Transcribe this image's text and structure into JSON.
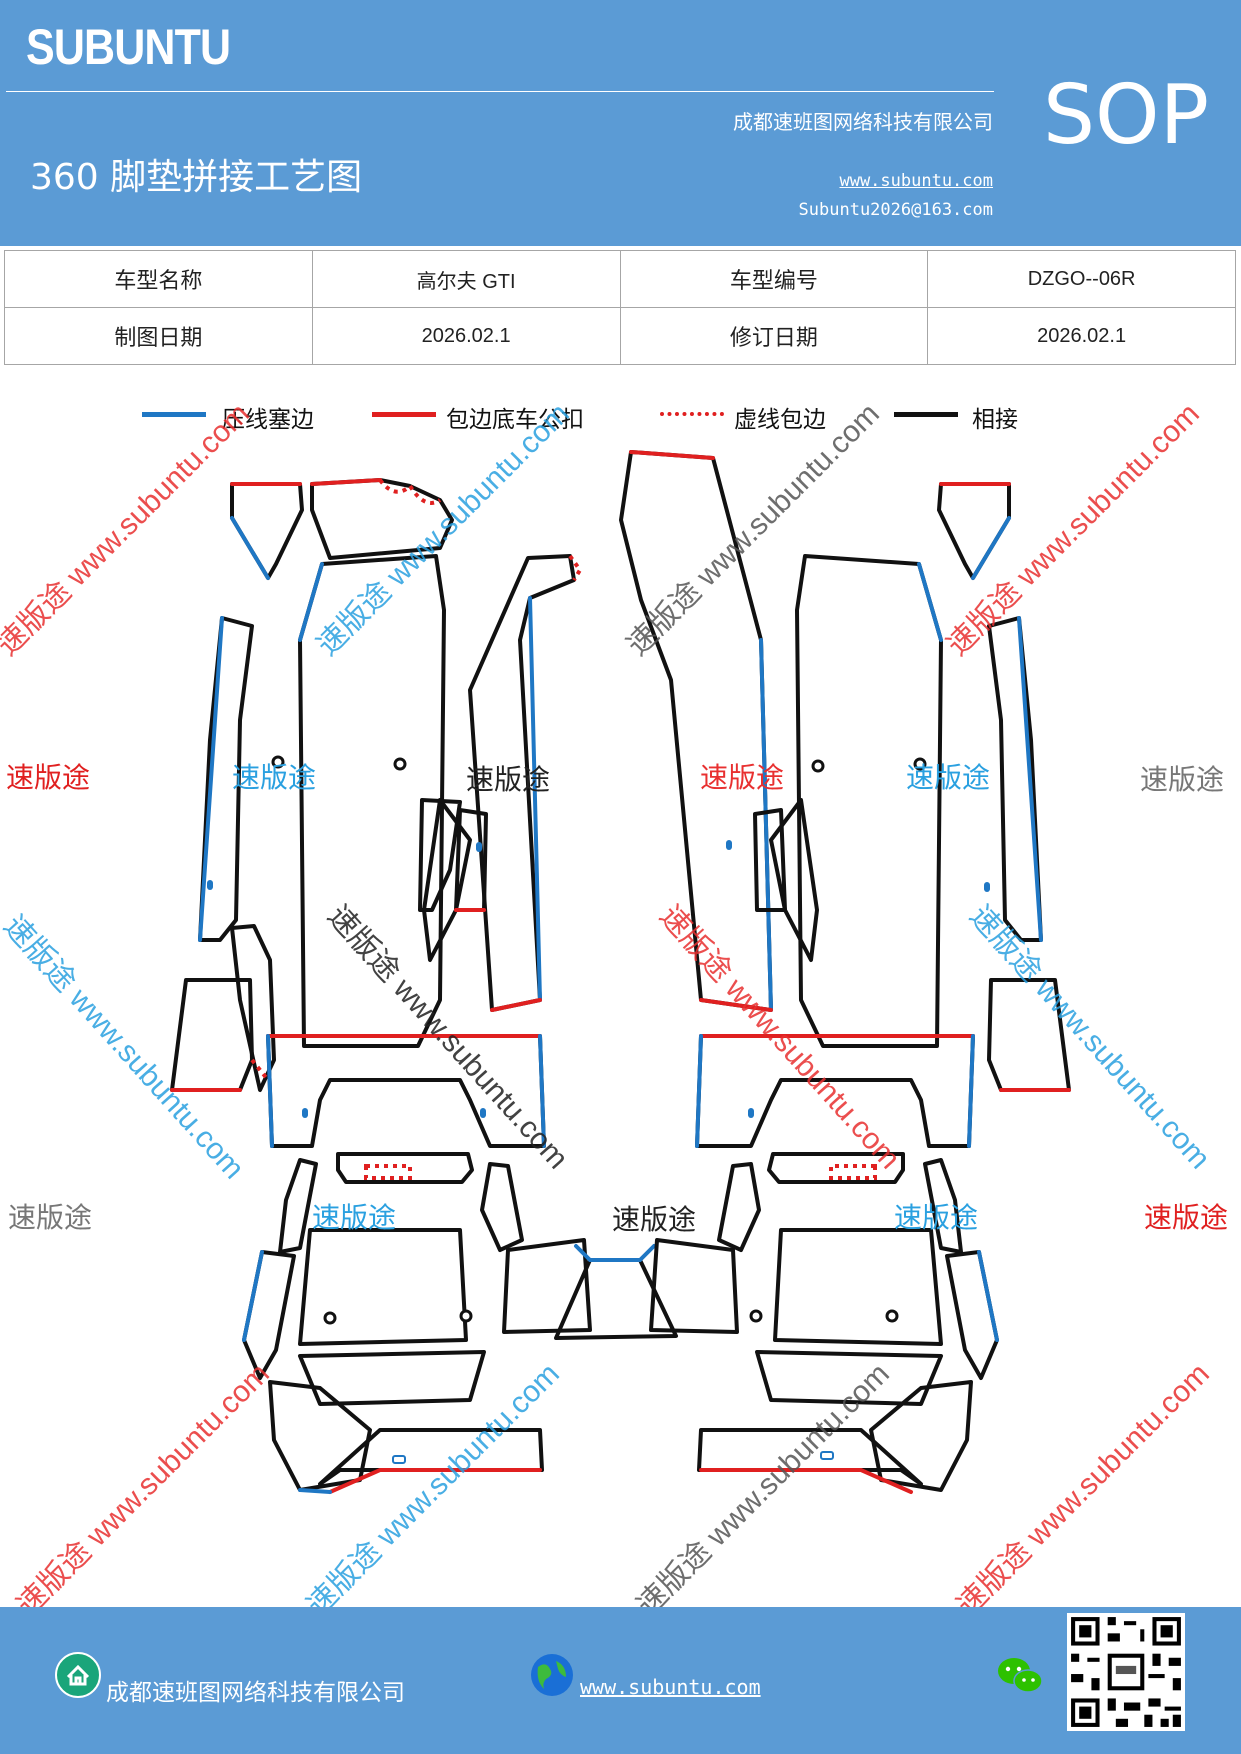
{
  "header": {
    "brand": "SUBUNTU",
    "sop": "SOP",
    "company": "成都速班图网络科技有限公司",
    "title": "360 脚垫拼接工艺图",
    "url": "www.subuntu.com",
    "email": "Subuntu2026@163.com"
  },
  "info": {
    "model_name_label": "车型名称",
    "model_name": "高尔夫 GTI",
    "model_code_label": "车型编号",
    "model_code": "DZGO--06R",
    "draw_date_label": "制图日期",
    "draw_date": "2026.02.1",
    "revise_date_label": "修订日期",
    "revise_date": "2026.02.1"
  },
  "legend": [
    {
      "label": "压线塞边",
      "color": "#1f77c4",
      "style": "solid"
    },
    {
      "label": "包边底车公扣",
      "color": "#e02020",
      "style": "solid"
    },
    {
      "label": "虚线包边",
      "color": "#e02020",
      "style": "dotted"
    },
    {
      "label": "相接",
      "color": "#111111",
      "style": "solid"
    }
  ],
  "watermark": {
    "url": "www.subuntu.com",
    "url_rev": "速版途 www.subuntu.com",
    "word": "速版途"
  },
  "footer": {
    "company": "成都速班图网络科技有限公司",
    "url": "www.subuntu.com"
  },
  "colors": {
    "header_bg": "#5b9bd5",
    "blue_edge": "#1f77c4",
    "red_edge": "#e02020",
    "join": "#111111"
  },
  "icons": [
    "company-logo-icon",
    "globe-icon",
    "wechat-icon",
    "qr-code-icon"
  ]
}
